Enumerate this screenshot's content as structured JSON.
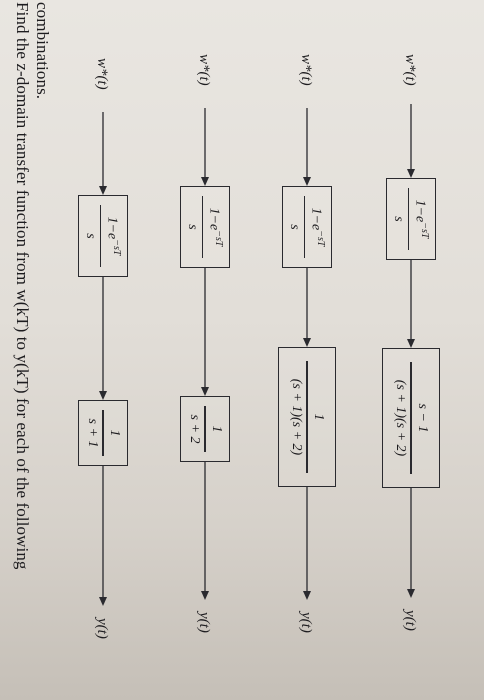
{
  "prompt": {
    "line1": "Find the z-domain transfer function from w(kT) to y(kT) for each of the following",
    "line2": "combinations."
  },
  "systems": [
    {
      "input_label": "w*(t)",
      "block1": {
        "num": "1−e",
        "exp": "−sT",
        "den": "s"
      },
      "block2": {
        "num": "1",
        "den": "s + 1"
      },
      "output_label": "y(t)"
    },
    {
      "input_label": "w*(t)",
      "block1": {
        "num": "1−e",
        "exp": "−sT",
        "den": "s"
      },
      "block2": {
        "num": "1",
        "den": "s + 2"
      },
      "output_label": "y(t)"
    },
    {
      "input_label": "w*(t)",
      "block1": {
        "num": "1−e",
        "exp": "−sT",
        "den": "s"
      },
      "block2": {
        "num": "1",
        "den": "(s + 1)(s + 2)"
      },
      "output_label": "y(t)"
    },
    {
      "input_label": "w*(t)",
      "block1": {
        "num": "1−e",
        "exp": "−sT",
        "den": "s"
      },
      "block2": {
        "num": "s − 1",
        "den": "(s + 1)(s + 2)"
      },
      "output_label": "y(t)"
    }
  ]
}
